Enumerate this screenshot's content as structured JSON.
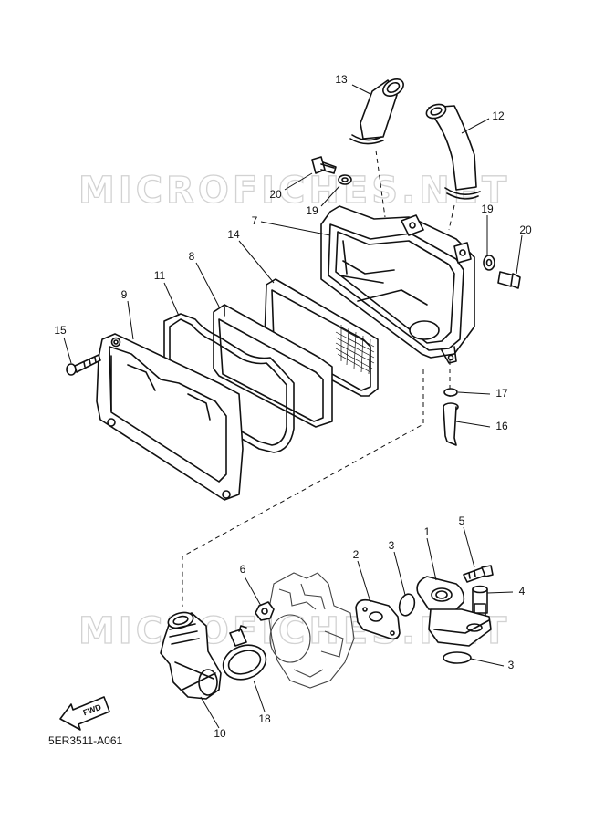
{
  "watermark": "MICROFICHES.NET",
  "diagram_code": "5ER3511-A061",
  "fwd_label": "FWD",
  "callouts": {
    "c13": "13",
    "c12": "12",
    "c20a": "20",
    "c19a": "19",
    "c19b": "19",
    "c20b": "20",
    "c7": "7",
    "c14": "14",
    "c8": "8",
    "c11": "11",
    "c9": "9",
    "c15": "15",
    "c17": "17",
    "c16": "16",
    "c5": "5",
    "c1": "1",
    "c3a": "3",
    "c2": "2",
    "c6": "6",
    "c4": "4",
    "c3b": "3",
    "c10": "10",
    "c18": "18"
  }
}
